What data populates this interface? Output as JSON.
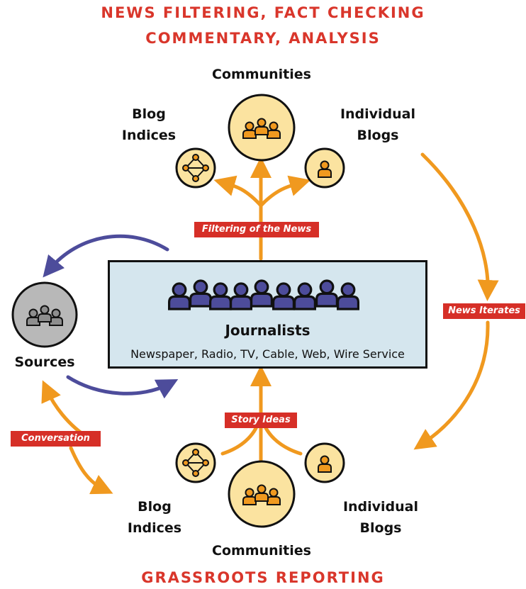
{
  "headings": {
    "top_line1": "NEWS FILTERING, FACT CHECKING",
    "top_line2": "COMMENTARY, ANALYSIS",
    "bottom": "GRASSROOTS REPORTING"
  },
  "top_nodes": {
    "communities": "Communities",
    "blog_indices_line1": "Blog",
    "blog_indices_line2": "Indices",
    "individual_blogs_line1": "Individual",
    "individual_blogs_line2": "Blogs"
  },
  "bottom_nodes": {
    "communities": "Communities",
    "blog_indices_line1": "Blog",
    "blog_indices_line2": "Indices",
    "individual_blogs_line1": "Individual",
    "individual_blogs_line2": "Blogs"
  },
  "journalists": {
    "title": "Journalists",
    "subtitle": "Newspaper, Radio, TV, Cable, Web, Wire Service"
  },
  "sources": {
    "label": "Sources"
  },
  "tags": {
    "filtering": "Filtering of the News",
    "news_iterates": "News Iterates",
    "story_ideas": "Story Ideas",
    "conversation": "Conversation"
  },
  "colors": {
    "orange": "#f0991f",
    "purple": "#4d4c9b",
    "red_tag": "#d62f27",
    "heading_red": "#d9362b",
    "node_fill": "#fbe3a0",
    "icon_orange": "#f0991f",
    "journalist_box": "#d5e6ee",
    "sources_fill": "#b8b8b8"
  }
}
